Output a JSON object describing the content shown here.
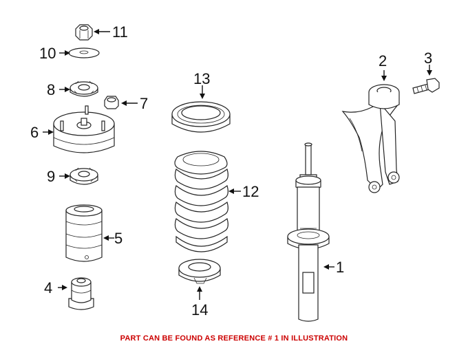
{
  "callouts": [
    "1",
    "2",
    "3",
    "4",
    "5",
    "6",
    "7",
    "8",
    "9",
    "10",
    "11",
    "12",
    "13",
    "14"
  ],
  "caption": "PART CAN BE FOUND AS REFERENCE # 1 IN ILLUSTRATION",
  "colors": {
    "caption": "#cc0000",
    "line": "#222222"
  }
}
